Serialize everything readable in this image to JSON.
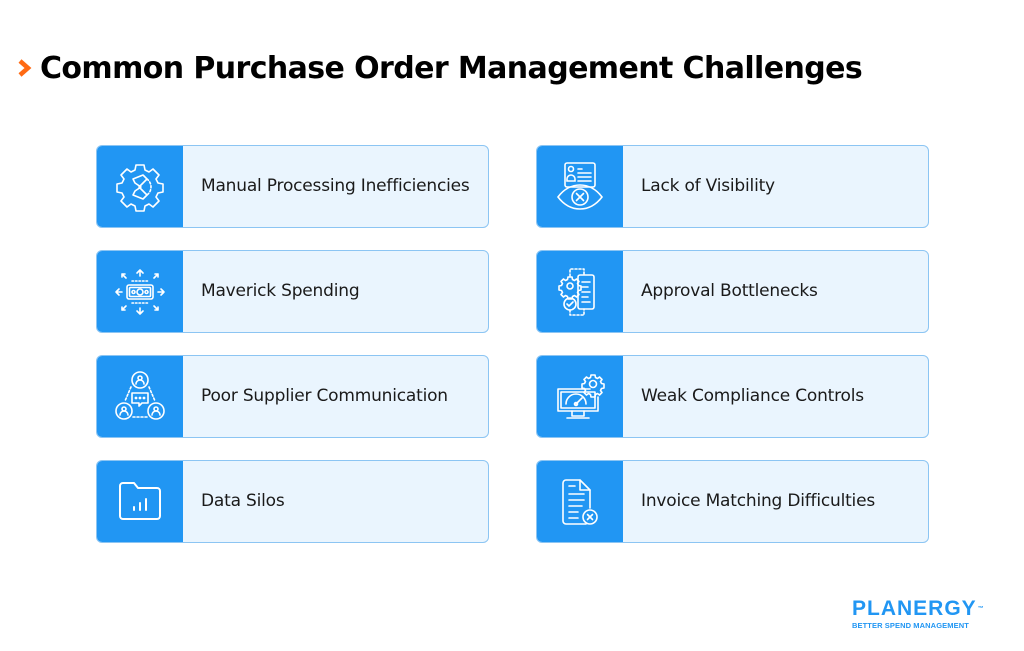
{
  "header": {
    "title": "Common Purchase Order Management Challenges",
    "chevron_color": "#ff6a13"
  },
  "colors": {
    "accent": "#2196f3",
    "card_background": "#eaf5fe",
    "card_border": "#8cc5f3",
    "text": "#1a1a1a"
  },
  "challenges": [
    {
      "label": "Manual Processing Inefficiencies",
      "icon": "gear-hourglass-icon"
    },
    {
      "label": "Lack of Visibility",
      "icon": "profile-card-eye-x-icon"
    },
    {
      "label": "Maverick Spending",
      "icon": "money-arrows-icon"
    },
    {
      "label": "Approval Bottlenecks",
      "icon": "gear-document-check-icon"
    },
    {
      "label": "Poor Supplier Communication",
      "icon": "people-chat-icon"
    },
    {
      "label": "Weak Compliance Controls",
      "icon": "monitor-gauge-gear-icon"
    },
    {
      "label": "Data Silos",
      "icon": "folder-chart-icon"
    },
    {
      "label": "Invoice Matching Difficulties",
      "icon": "document-x-icon"
    }
  ],
  "logo": {
    "name": "PLANERGY",
    "trademark": "™",
    "tagline": "BETTER SPEND MANAGEMENT"
  }
}
